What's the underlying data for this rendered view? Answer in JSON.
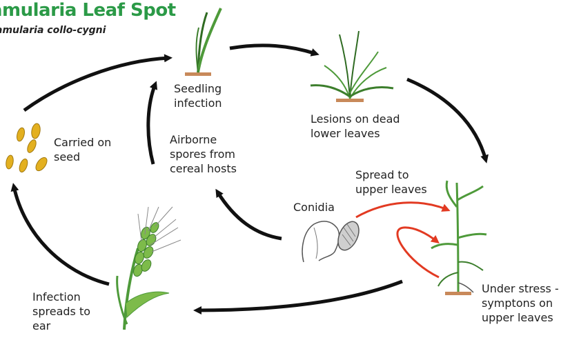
{
  "title": "amularia Leaf Spot",
  "subtitle": "amularia collo-cygni",
  "colors": {
    "title": "#2b9a47",
    "arrow": "#111111",
    "spread_arrow": "#e23a22",
    "plant_green": "#4e9a3a",
    "plant_dark": "#2f6b22",
    "soil": "#c8895a",
    "seed": "#e3b020",
    "ear": "#7dbb4a"
  },
  "stages": {
    "seedling_infection": "Seedling\ninfection",
    "lesions": "Lesions on dead\nlower leaves",
    "spread_upper": "Spread to\nupper leaves",
    "under_stress": "Under stress -\nsymptons on\nupper leaves",
    "infection_ear": "Infection\nspreads to\near",
    "carried_seed": "Carried on\nseed",
    "airborne": "Airborne\nspores from\ncereal hosts",
    "conidia": "Conidia"
  },
  "icons": [
    "seedling-icon",
    "grass-plant-icon",
    "stressed-plant-icon",
    "wheat-ear-icon",
    "seeds-icon",
    "conidia-icon"
  ]
}
